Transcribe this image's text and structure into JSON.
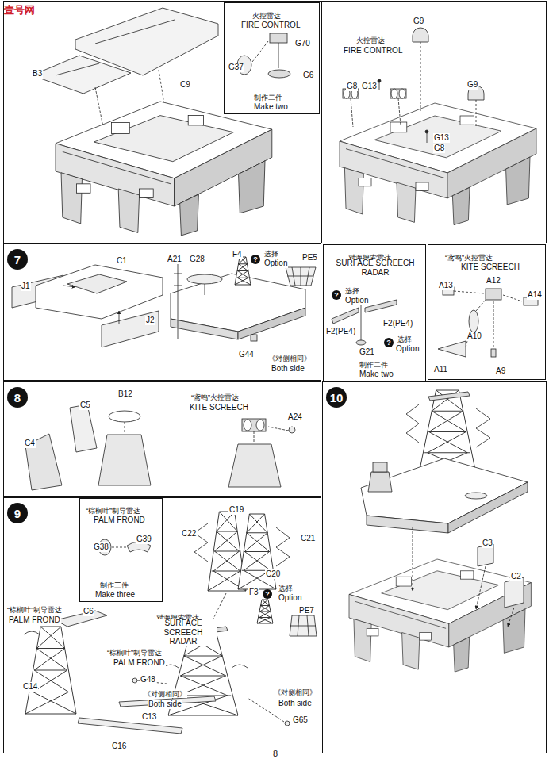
{
  "diagram": {
    "nodes": [
      {
        "text": [
          "火控雷达",
          "FIRE CONTROL",
          "G70",
          "G37",
          "G6",
          "制作二件",
          "Make two"
        ]
      },
      {
        "text": [
          "7"
        ]
      },
      {
        "text": [
          "对海搜索雷达",
          "SURFACE SCREECH RADAR",
          "?",
          "选择",
          "Option",
          "F2(PE4)",
          "F2(PE4)",
          "G21",
          "?",
          "选择",
          "Option",
          "制作二件",
          "Make two"
        ]
      },
      {
        "text": [
          "“鸢鸣”火控雷达",
          "KITE SCREECH",
          "A13",
          "A12",
          "A14",
          "A10",
          "A11",
          "A9"
        ]
      },
      {
        "text": [
          "8"
        ]
      },
      {
        "text": [
          "10"
        ]
      },
      {
        "text": [
          "9"
        ]
      },
      {
        "text": [
          "“棕榈叶”制导雷达",
          "PALM FROND",
          "G39",
          "G38",
          "制作三件",
          "Make three"
        ]
      }
    ],
    "labels": [
      "壹号网",
      "B3",
      "C9",
      "火控雷达",
      "FIRE CONTROL",
      "G9",
      "G8",
      "G13",
      "G9",
      "G13",
      "G8",
      "J1",
      "C1",
      "A21",
      "G28",
      "F4",
      "?",
      "选择",
      "Option",
      "PE5",
      "J2",
      "G44",
      "《对侧相同》",
      "Both side",
      "C5",
      "B12",
      "“鸢鸣”火控雷达",
      "KITE SCREECH",
      "A24",
      "C4",
      "C3",
      "C2",
      "C19",
      "C22",
      "C21",
      "C20",
      "F3",
      "?",
      "选择",
      "Option",
      "PE7",
      "“棕榈叶”制导雷达",
      "PALM FROND",
      "C6",
      "对海搜索雷达",
      "SURFACE SCREECH RADAR",
      "“棕榈叶”制导雷达",
      "PALM FROND",
      "C14",
      "G48",
      "《对侧相同》",
      "Both side",
      "《对侧相同》",
      "Both side",
      "C13",
      "G65",
      "C16",
      "8"
    ]
  }
}
